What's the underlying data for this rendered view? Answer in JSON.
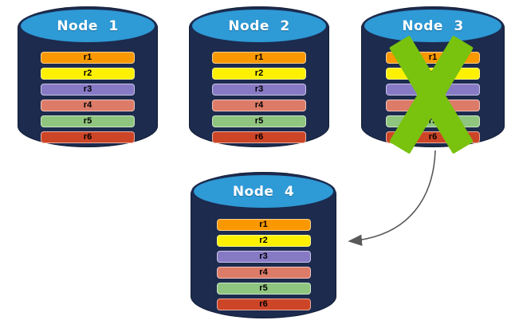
{
  "diagram": {
    "description": "Database replication failover: four replica nodes, Node 3 failed (crossed out) and its data is redirected to Node 4",
    "nodes": [
      {
        "id": "node-1",
        "label": "Node 1",
        "failed": false,
        "rows": [
          "r1",
          "r2",
          "r3",
          "r4",
          "r5",
          "r6"
        ]
      },
      {
        "id": "node-2",
        "label": "Node 2",
        "failed": false,
        "rows": [
          "r1",
          "r2",
          "r3",
          "r4",
          "r5",
          "r6"
        ]
      },
      {
        "id": "node-3",
        "label": "Node 3",
        "failed": true,
        "rows": [
          "r1",
          "r2",
          "r3",
          "r4",
          "r5",
          "r6"
        ]
      },
      {
        "id": "node-4",
        "label": "Node 4",
        "failed": false,
        "rows": [
          "r1",
          "r2",
          "r3",
          "r4",
          "r5",
          "r6"
        ]
      }
    ],
    "row_colors": {
      "r1": "#F99800",
      "r2": "#FDF000",
      "r3": "#877AC5",
      "r4": "#DC7B68",
      "r5": "#8FC57F",
      "r6": "#CD4527"
    },
    "colors": {
      "cylinder_body": "#1C2B4E",
      "cylinder_top": "#2E9AD6",
      "title_text": "#FFFFFF",
      "row_text": "#000000",
      "failure_x": "#79C20E",
      "arrow": "#595959"
    },
    "arrow": {
      "from": "node-3",
      "to": "node-4"
    }
  }
}
